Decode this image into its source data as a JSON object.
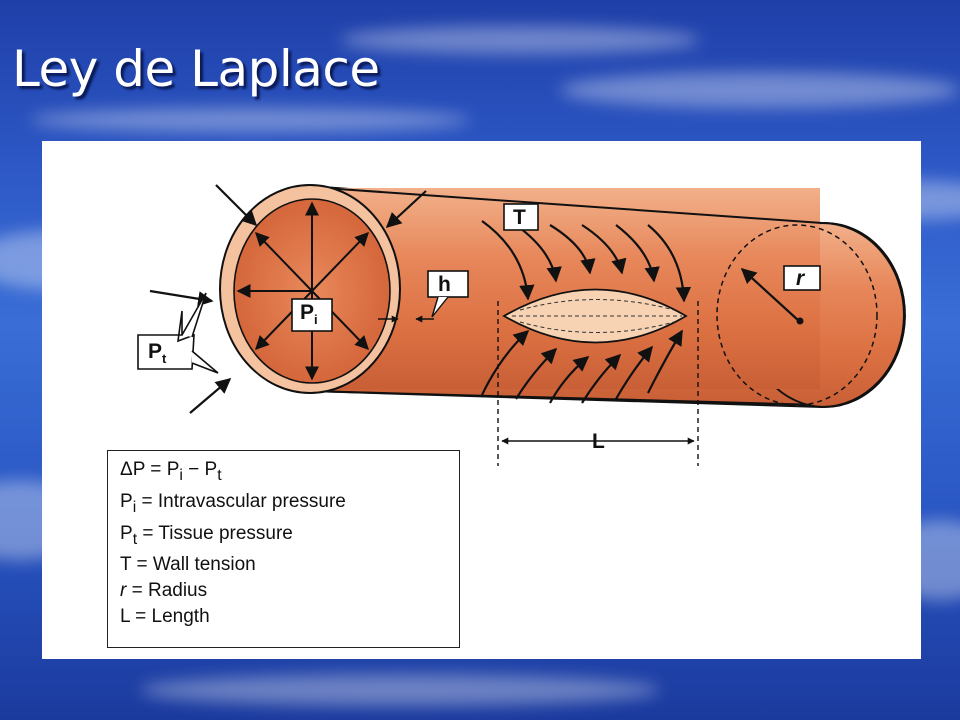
{
  "slide": {
    "title": "Ley de Laplace"
  },
  "diagram": {
    "labels": {
      "T": "T",
      "h": "h",
      "r": "r",
      "L": "L",
      "Pi": {
        "main": "P",
        "sub": "i"
      },
      "Pt": {
        "main": "P",
        "sub": "t"
      }
    },
    "legend": [
      {
        "sym": "ΔP",
        "eq": " = ",
        "text": "P",
        "sub1": "i",
        "mid": " − P",
        "sub2": "t",
        "rest": ""
      },
      {
        "sym": "P",
        "sym_sub": "i",
        "eq": " = ",
        "text": "Intravascular pressure"
      },
      {
        "sym": "P",
        "sym_sub": "t",
        "eq": " = ",
        "text": "Tissue pressure"
      },
      {
        "sym": "T",
        "eq": " = ",
        "text": "Wall tension"
      },
      {
        "sym": "r",
        "eq": " = ",
        "text": "Radius",
        "italic": true
      },
      {
        "sym": "L",
        "eq": " = ",
        "text": "Length"
      }
    ],
    "colors": {
      "vessel_wall": "#e58a5c",
      "vessel_inner": "#d76a3e",
      "vessel_rim": "#f0b48f",
      "ink": "#111111"
    }
  }
}
